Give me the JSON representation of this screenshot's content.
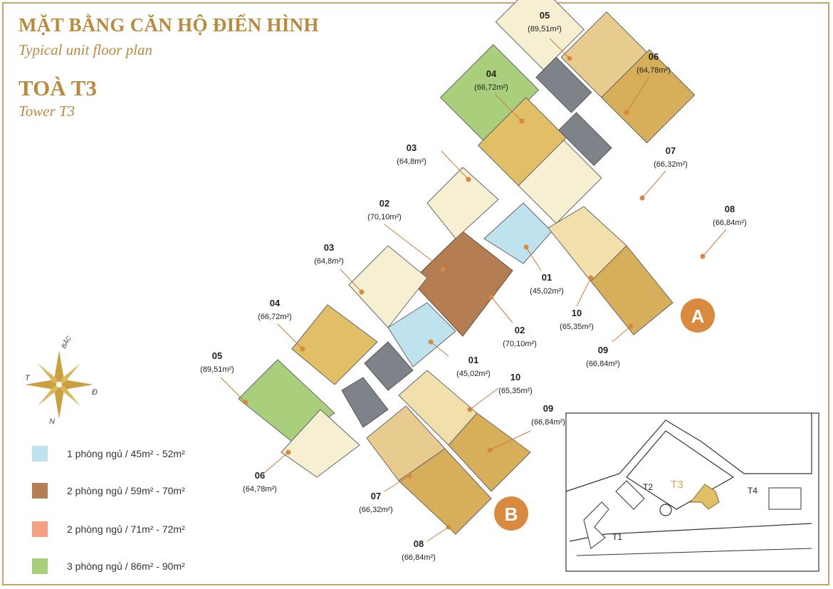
{
  "title": {
    "main": "MẶT BẰNG CĂN HỘ ĐIỂN HÌNH",
    "sub": "Typical unit floor plan",
    "tower": "TOÀ T3",
    "tower_sub": "Tower T3"
  },
  "compass": {
    "north": "N",
    "east": "Đ",
    "west": "T",
    "bac": "BẮC"
  },
  "legend": [
    {
      "label": "1 phòng ngủ / 45m² - 52m²",
      "color": "#bfe3ee"
    },
    {
      "label": "2 phòng ngủ / 59m² - 70m²",
      "color": "#b57d52"
    },
    {
      "label": "2 phòng ngủ / 71m² - 72m²",
      "color": "#f5a083"
    },
    {
      "label": "3 phòng ngủ / 86m² - 90m²",
      "color": "#a9cf7c"
    }
  ],
  "blocks": {
    "a": "A",
    "b": "B"
  },
  "units": {
    "a05": {
      "num": "05",
      "area": "(89,51m²)"
    },
    "a06": {
      "num": "06",
      "area": "(64,78m²)"
    },
    "a04": {
      "num": "04",
      "area": "(66,72m²)"
    },
    "a07": {
      "num": "07",
      "area": "(66,32m²)"
    },
    "a03": {
      "num": "03",
      "area": "(64,8m²)"
    },
    "a08": {
      "num": "08",
      "area": "(66,84m²)"
    },
    "a02": {
      "num": "02",
      "area": "(70,10m²)"
    },
    "a01": {
      "num": "01",
      "area": "(45,02m²)"
    },
    "a10": {
      "num": "10",
      "area": "(65,35m²)"
    },
    "a09": {
      "num": "09",
      "area": "(66,84m²)"
    },
    "b03": {
      "num": "03",
      "area": "(64,8m²)"
    },
    "b02": {
      "num": "02",
      "area": "(70,10m²)"
    },
    "b04": {
      "num": "04",
      "area": "(66,72m²)"
    },
    "b01": {
      "num": "01",
      "area": "(45,02m²)"
    },
    "b05": {
      "num": "05",
      "area": "(89,51m²)"
    },
    "b10": {
      "num": "10",
      "area": "(65,35m²)"
    },
    "b09": {
      "num": "09",
      "area": "(66,84m²)"
    },
    "b06": {
      "num": "06",
      "area": "(64,78m²)"
    },
    "b07": {
      "num": "07",
      "area": "(66,32m²)"
    },
    "b08": {
      "num": "08",
      "area": "(66,84m²)"
    }
  },
  "site_map": {
    "t1": "T1",
    "t2": "T2",
    "t3": "T3",
    "t4": "T4"
  },
  "colors": {
    "accent": "#b88a3e",
    "one_bed": "#bfe3ee",
    "two_bed_small": "#b57d52",
    "two_bed_large": "#f5a083",
    "three_bed": "#a9cf7c",
    "cream": "#f7efd2",
    "gold": "#e1bf66",
    "tan": "#e8cc8f",
    "olive_gold": "#d7ae59",
    "core": "#7d8389",
    "marker": "#d98a3e"
  }
}
